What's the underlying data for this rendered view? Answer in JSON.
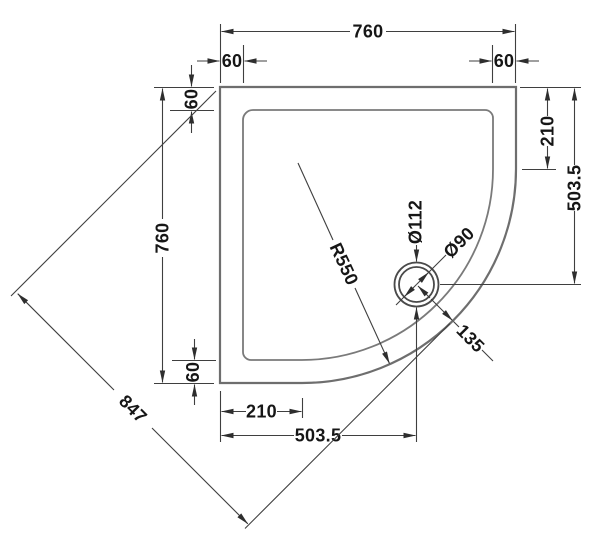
{
  "drawing": {
    "type": "quadrant-shower-tray-plan",
    "colors": {
      "background": "#ffffff",
      "outline": "#6e6e6e",
      "dimension_lines": "#3f3f3f",
      "text": "#161616"
    },
    "dimensions": {
      "top": {
        "width": "760",
        "left_inset": "60",
        "right_inset": "60"
      },
      "left": {
        "height": "760",
        "top_inset": "60",
        "bottom_inset": "60"
      },
      "right": {
        "to_waste_edge": "210",
        "to_waste_center": "503.5"
      },
      "bottom": {
        "straight_edge": "210",
        "to_waste_center": "503.5"
      },
      "diagonal": "847",
      "front_radius": "R550",
      "waste": {
        "outer_diameter": "Ø112",
        "inner_diameter": "Ø90",
        "to_front_edge": "135"
      }
    }
  }
}
